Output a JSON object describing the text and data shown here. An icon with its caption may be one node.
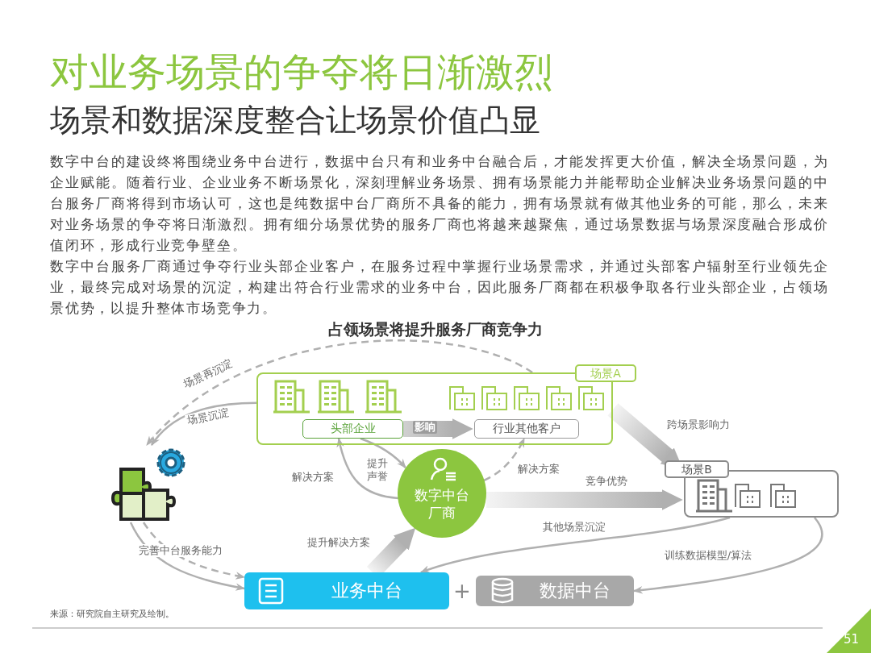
{
  "diagram": {
    "title": "对业务场景的争夺将日渐激烈",
    "nodes": [
      {
        "text": [
          "场景A"
        ]
      },
      {
        "text": [
          "头部企业"
        ],
        "in": 0
      },
      {
        "text": [
          "行业其他客户"
        ],
        "in": 0
      },
      {
        "text": [
          "场景B"
        ]
      },
      {
        "text": [],
        "shape": "picture"
      },
      {
        "text": [
          "数字中台厂商"
        ]
      },
      {
        "text": [
          "业务中台"
        ]
      },
      {
        "text": [
          "数据中台"
        ]
      }
    ],
    "edges": [
      {
        "from": 0,
        "to": 4,
        "arrow": "to",
        "label": "场景再沉淀",
        "style": "dashed"
      },
      {
        "from": 0,
        "to": 4,
        "arrow": "to",
        "label": "场景沉淀"
      },
      {
        "from": 1,
        "to": 2,
        "arrow": "to",
        "label": "影响",
        "style": "thick"
      },
      {
        "from": 1,
        "to": 5,
        "arrow": "to",
        "label": "提升声誉"
      },
      {
        "from": 5,
        "to": 1,
        "arrow": "to",
        "label": "解决方案"
      },
      {
        "from": 5,
        "to": 2,
        "arrow": "to",
        "label": "解决方案",
        "style": "dashed"
      },
      {
        "from": 0,
        "to": 3,
        "arrow": "to",
        "label": "跨场景影响力",
        "style": "thick"
      },
      {
        "from": 5,
        "to": 3,
        "arrow": "to",
        "label": "竞争优势",
        "style": "thick"
      },
      {
        "from": 3,
        "to": 6,
        "arrow": "to",
        "label": "其他场景沉淀"
      },
      {
        "from": 3,
        "to": 7,
        "arrow": "to",
        "label": "训练数据模型/算法"
      },
      {
        "from": 4,
        "to": 6,
        "arrow": "to",
        "label": "完善中台服务能力"
      },
      {
        "from": 4,
        "to": 6,
        "arrow": "to",
        "style": "dashed"
      },
      {
        "from": 6,
        "to": 5,
        "arrow": "to",
        "label": "提升解决方案",
        "style": "thick"
      }
    ],
    "labels": [
      "场景和数据深度整合让场景价值凸显",
      "数字中台的建设终将围绕业务中台进行，数据中台只有和业务中台融合后，才能发挥更大价值，解决全场景问题，为企业赋能。随着行业、企业业务不断场景化，深刻理解业务场景、拥有场景能力并能帮助企业解决业务场景问题的中台服务厂商将得到市场认可，这也是纯数据中台厂商所不具备的能力，拥有场景就有做其他业务的可能，那么，未来对业务场景的争夺将日渐激烈。拥有细分场景优势的服务厂商也将越来越聚焦，通过场景数据与场景深度融合形成价值闭环，形成行业竞争壁垒。",
      "数字中台服务厂商通过争夺行业头部企业客户，在服务过程中掌握行业场景需求，并通过头部客户辐射至行业领先企业，最终完成对场景的沉淀，构建出符合行业需求的业务中台，因此服务厂商都在积极争取各行业头部企业，占领场景优势，以提升整体市场竞争力。",
      "占领场景将提升服务厂商竞争力",
      "+",
      "来源：研究院自主研究及绘制。",
      "51"
    ]
  }
}
